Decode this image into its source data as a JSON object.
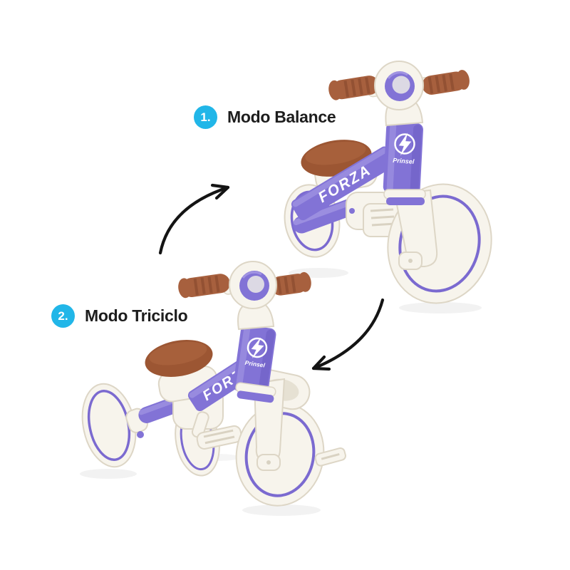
{
  "image": {
    "type": "product-mode-infographic",
    "background": "#ffffff",
    "subject": "convertible kids balance bike / tricycle"
  },
  "steps": [
    {
      "number": "1.",
      "label": "Modo Balance"
    },
    {
      "number": "2.",
      "label": "Modo Triciclo"
    }
  ],
  "product": {
    "model": "FORZA",
    "brand": "Prinsel"
  },
  "colors": {
    "badge_cyan": "#21b6e8",
    "badge_text": "#ffffff",
    "label_text": "#1d1d1d",
    "arrow_black": "#141414",
    "frame_purple": "#8273d6",
    "wheel_ring_purple": "#7b6ad0",
    "body_white": "#f7f4ec",
    "grip_brown": "#a7603e",
    "saddle_brown": "#9c5633",
    "background": "#ffffff"
  }
}
